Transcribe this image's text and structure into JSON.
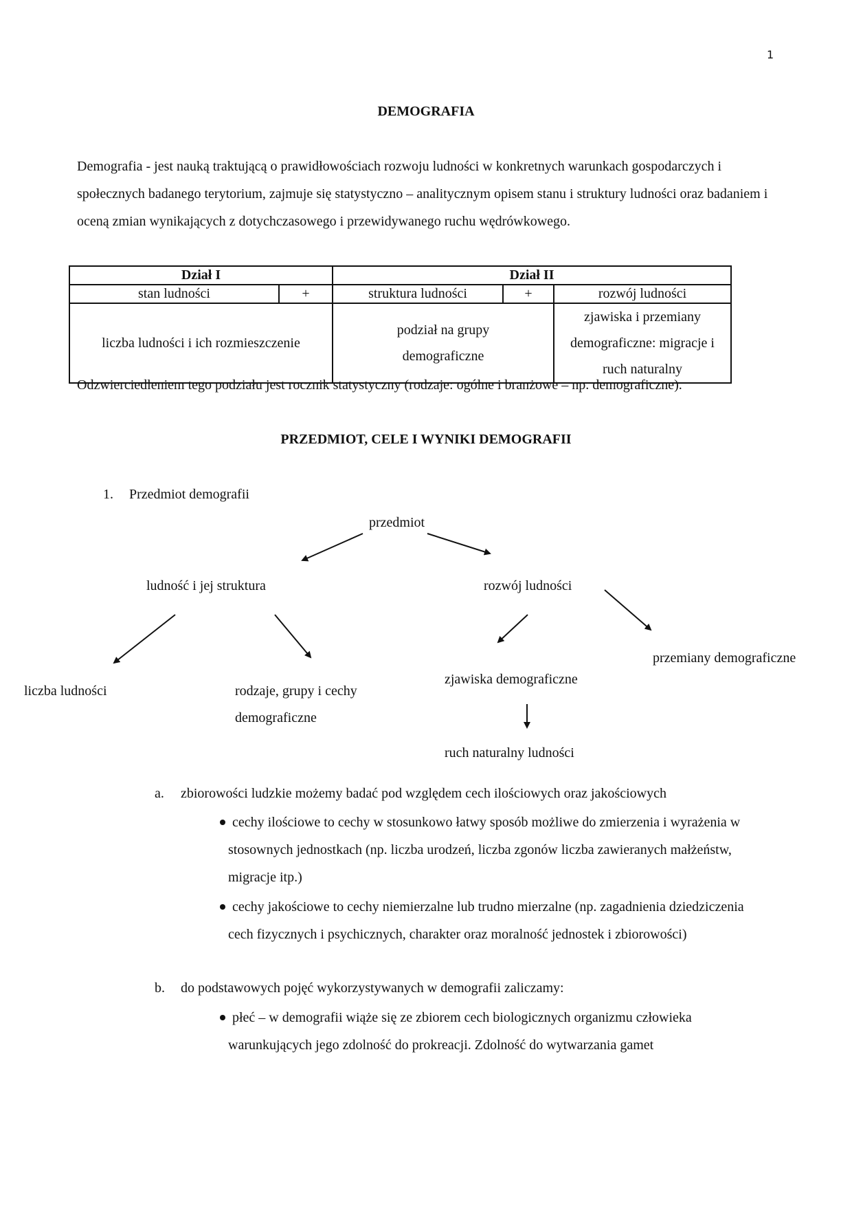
{
  "page_number": "1",
  "title": "DEMOGRAFIA",
  "intro": "Demografia - jest nauką traktującą o prawidłowościach rozwoju ludności w konkretnych warunkach gospodarczych i społecznych badanego terytorium, zajmuje się statystyczno – analitycznym opisem stanu i struktury ludności oraz badaniem i oceną zmian wynikających z dotychczasowego i przewidywanego ruchu wędrówkowego.",
  "table": {
    "dzial1": "Dział I",
    "dzial2": "Dział II",
    "stan": "stan ludności",
    "plus1": "+",
    "struktura": "struktura ludności",
    "plus2": "+",
    "rozwoj": "rozwój ludności",
    "liczba": "liczba ludności i ich rozmieszczenie",
    "podzial": "podział na grupy demograficzne",
    "zjawiska": "zjawiska i przemiany demograficzne: migracje i ruch naturalny"
  },
  "note": "Odzwierciedleniem tego podziału jest rocznik statystyczny (rodzaje: ogólne i branżowe – np. demograficzne).",
  "section_title": "PRZEDMIOT, CELE I WYNIKI DEMOGRAFII",
  "item1": {
    "num": "1.",
    "text": "Przedmiot demografii"
  },
  "diagram": {
    "root": "przedmiot",
    "left": "ludność i jej struktura",
    "right": "rozwój ludności",
    "ll": "liczba ludności",
    "lr1": "rodzaje, grupy i cechy",
    "lr2": "demograficzne",
    "rl": "zjawiska demograficzne",
    "rr": "przemiany demograficzne",
    "rll": "ruch naturalny ludności"
  },
  "list_a": {
    "marker": "a.",
    "text": "zbiorowości ludzkie możemy badać pod względem cech ilościowych oraz jakościowych",
    "bullets": [
      "cechy ilościowe to cechy w stosunkowo łatwy sposób możliwe do zmierzenia i wyrażenia w stosownych jednostkach (np. liczba urodzeń, liczba zgonów liczba zawieranych małżeństw, migracje itp.)",
      "cechy jakościowe to cechy niemierzalne lub trudno mierzalne (np. zagadnienia dziedziczenia cech fizycznych i psychicznych, charakter oraz moralność jednostek i zbiorowości)"
    ]
  },
  "list_b": {
    "marker": "b.",
    "text": "do podstawowych pojęć wykorzystywanych w demografii zaliczamy:",
    "bullets": [
      "płeć – w demografii wiąże się ze zbiorem cech biologicznych organizmu człowieka warunkujących jego zdolność do prokreacji. Zdolność do wytwarzania gamet"
    ]
  }
}
